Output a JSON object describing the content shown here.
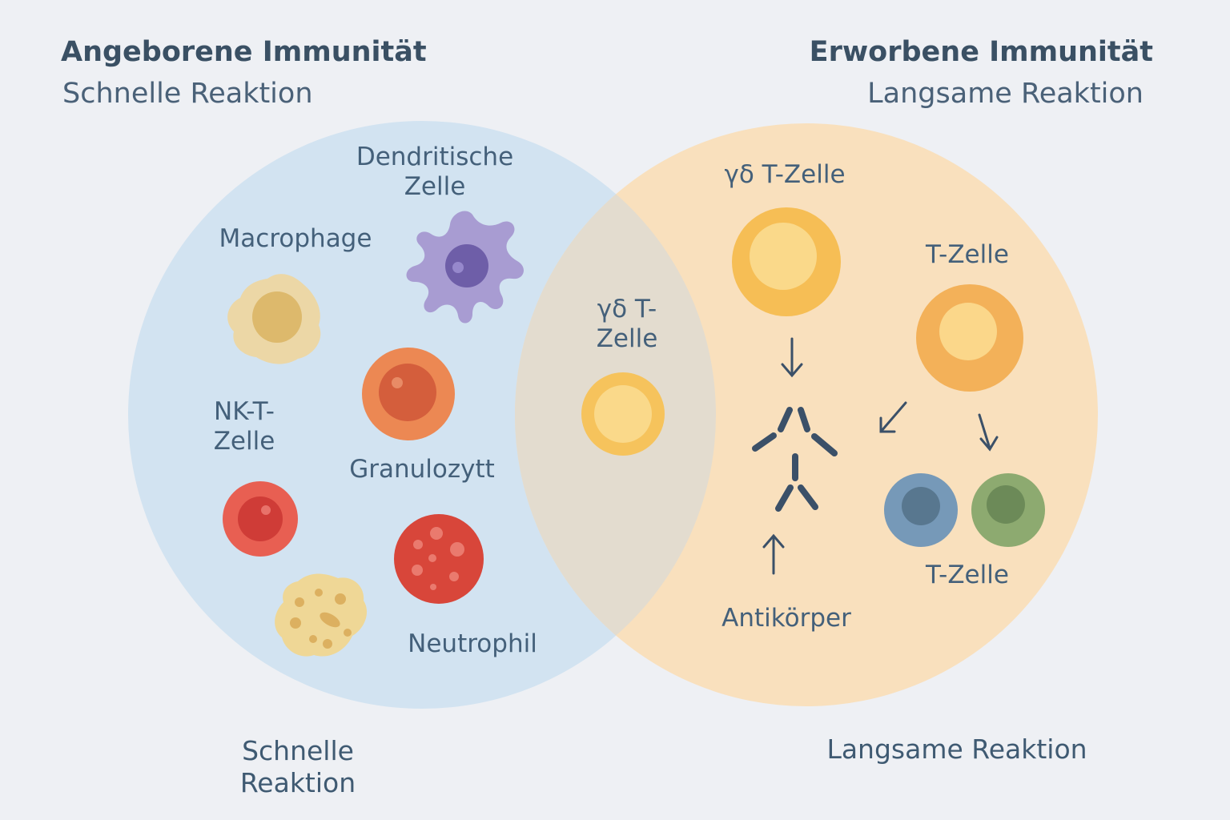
{
  "innate": {
    "title": "Angeborene Immunität",
    "subtitle": "Schnelle Reaktion",
    "footer": "Schnelle\nReaktion"
  },
  "adaptive": {
    "title": "Erworbene Immunität",
    "subtitle": "Langsame Reaktion",
    "footer": "Langsame Reaktion"
  },
  "cells": {
    "dendritic": "Dendritische\nZelle",
    "macrophage": "Macrophage",
    "nkt": "NK-T-\nZelle",
    "granulocyte": "Granulozytt",
    "neutrophil": "Neutrophil",
    "gd_overlap": "γδ T-\nZelle",
    "gd_adaptive": "γδ T-Zelle",
    "tcell_top": "T-Zelle",
    "tcell_bottom": "T-Zelle",
    "antibody": "Antikörper"
  },
  "colors": {
    "innate_circle": "#d2e3f1",
    "adaptive_circle": "#f9e0bd",
    "overlap": "#e3dccf"
  }
}
